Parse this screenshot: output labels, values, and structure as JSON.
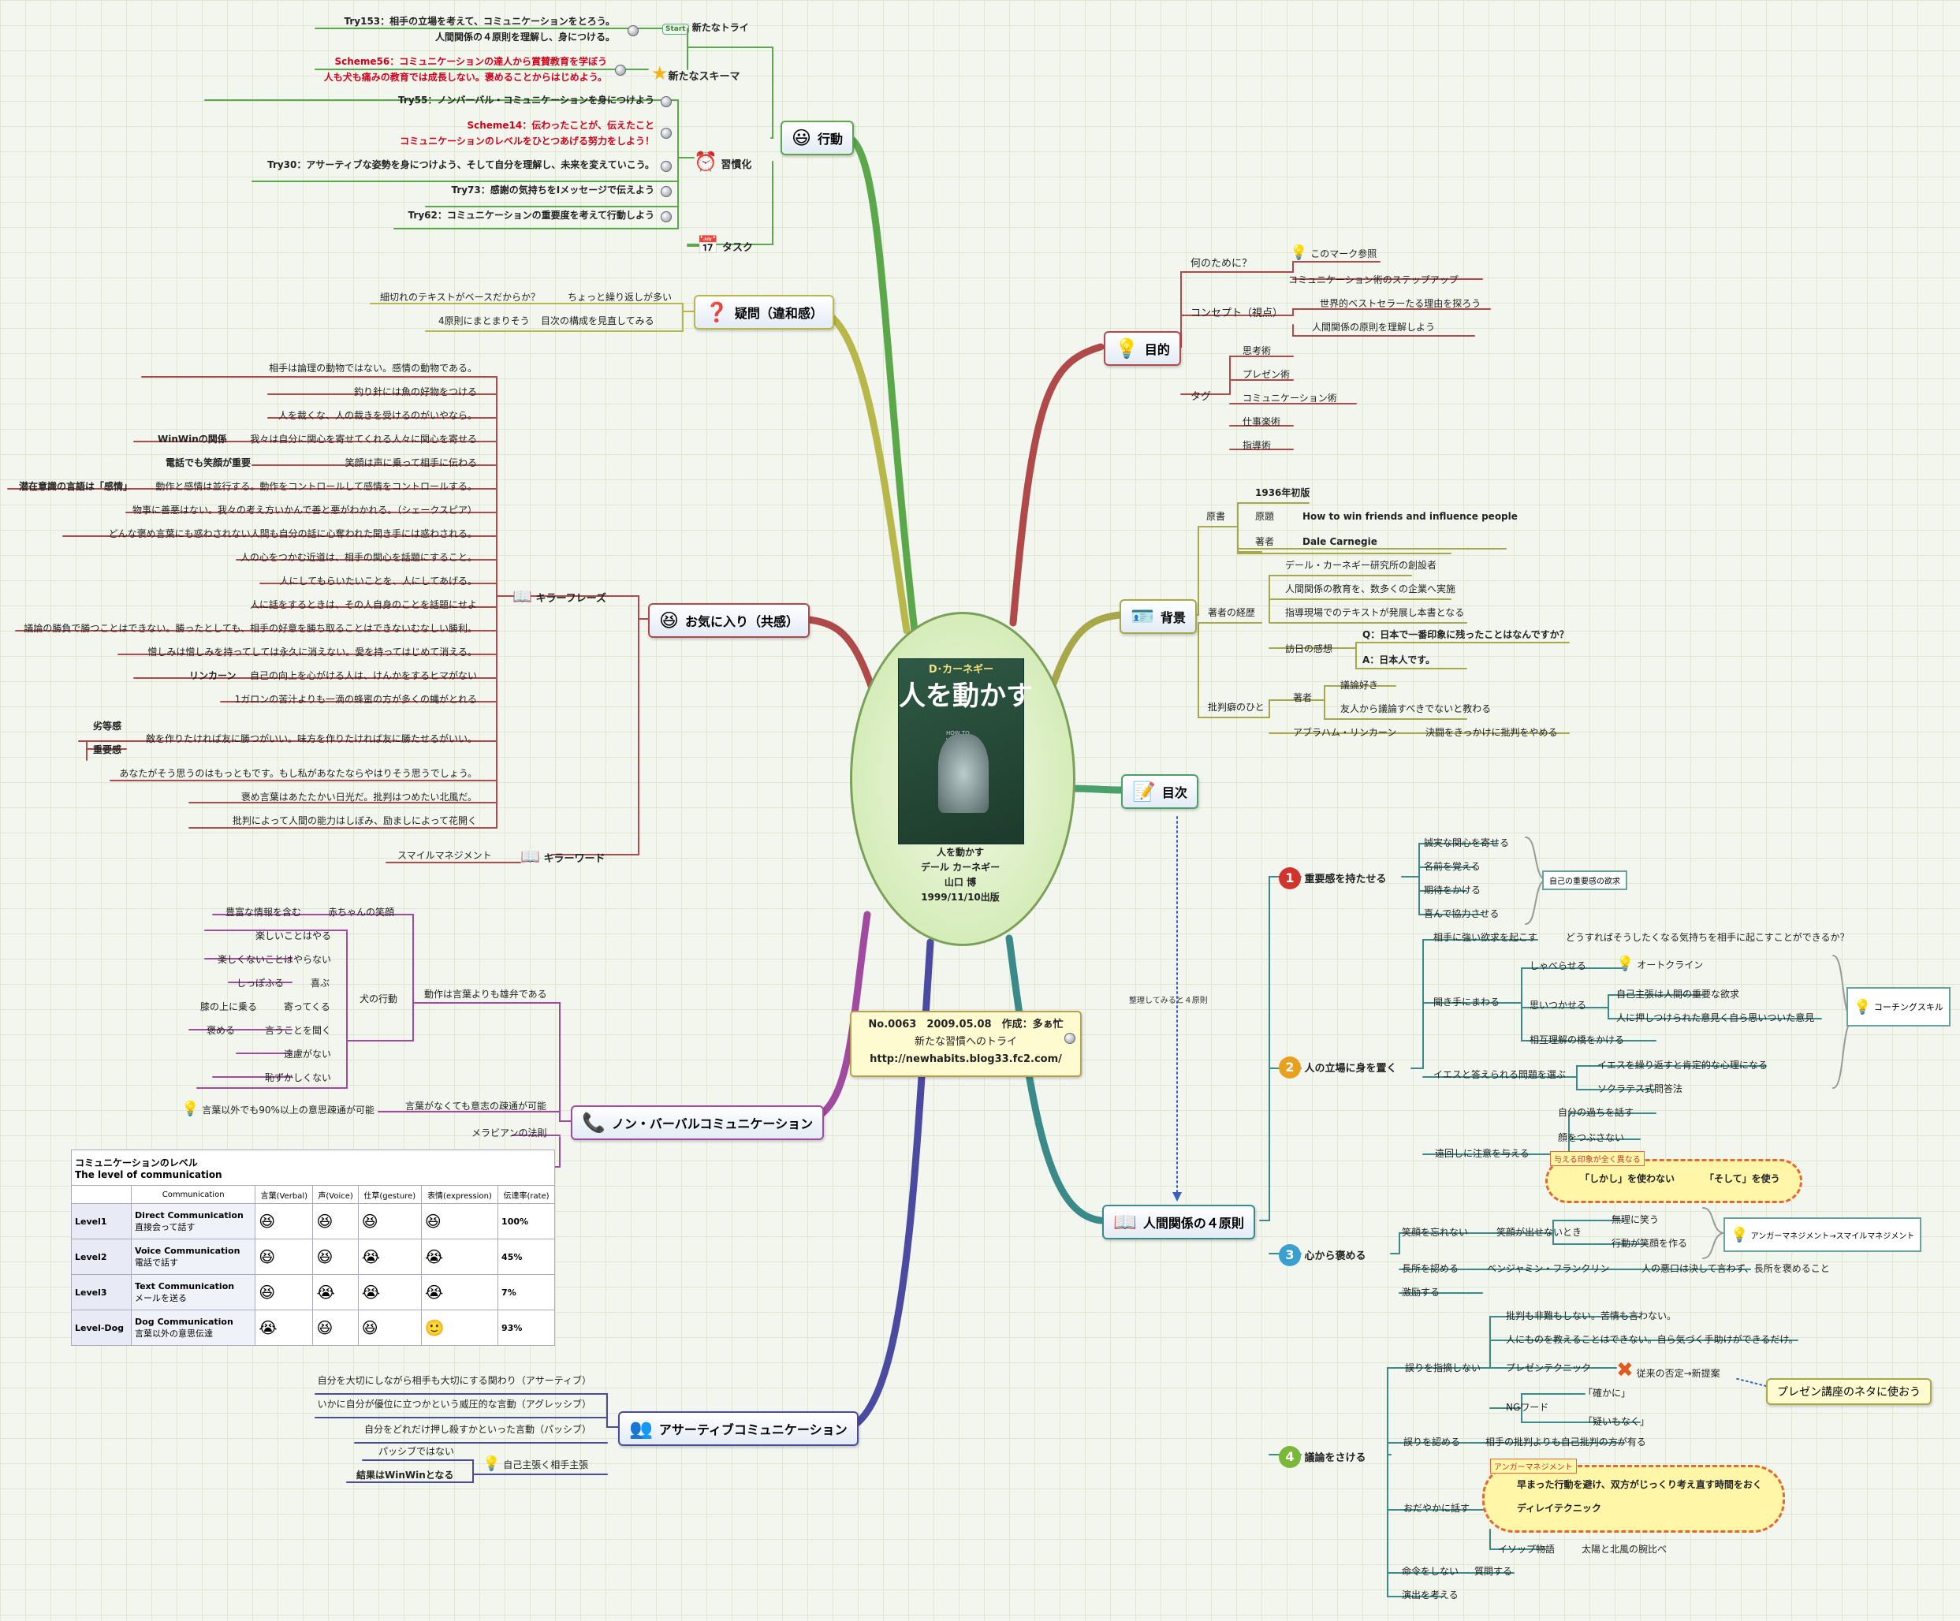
{
  "central": {
    "cover_author": "D･カーネギー",
    "cover_title": "人を動かす",
    "cover_en": "HOW TO WIN FRIENDS AND INFLUENCE PEOPLE",
    "lines": [
      "人を動かす",
      "デール カーネギー",
      "山口 博",
      "1999/11/10出版"
    ]
  },
  "note": {
    "line1": "No.0063　2009.05.08　作成：多ぁ忙",
    "line2": "新たな習慣へのトライ",
    "line3": "http://newhabits.blog33.fc2.com/"
  },
  "topics": {
    "action": {
      "label": "行動",
      "icon": "smiley-icon",
      "new_try": "新たなトライ",
      "new_try_icon": "start-icon",
      "new_schema": "新たなスキーマ",
      "new_schema_icon": "star-icon",
      "habit": "習慣化",
      "habit_icon": "clock-icon",
      "task": "タスク",
      "task_icon": "calendar-icon",
      "try153": [
        "Try153：相手の立場を考えて、コミュニケーションをとろう。",
        "人間関係の４原則を理解し、身につける。"
      ],
      "scheme56": [
        "Scheme56：コミュニケーションの達人から賞賛教育を学ぼう",
        "人も犬も痛みの教育では成長しない。褒めることからはじめよう。"
      ],
      "try55": "Try55：ノンバーバル・コミュニケーションを身につけよう",
      "scheme14": [
        "Scheme14：伝わったことが、伝えたこと",
        "コミュニケーションのレベルをひとつあげる努力をしよう！"
      ],
      "try30": "Try30：アサーティブな姿勢を身につけよう、そして自分を理解し、未来を変えていこう。",
      "try73": "Try73：感謝の気持ちをIメッセージで伝えよう",
      "try62": "Try62：コミュニケーションの重要度を考えて行動しよう"
    },
    "question": {
      "label": "疑問（違和感）",
      "icon": "question-icon",
      "q1": "細切れのテキストがベースだからか？",
      "q1b": "ちょっと繰り返しが多い",
      "q2": "4原則にまとまりそう",
      "q2b": "目次の構成を見直してみる"
    },
    "favorite": {
      "label": "お気に入り（共感）",
      "icon": "laugh-icon",
      "phrases_label": "キラーフレーズ",
      "words_label": "キラーワード",
      "word1": "スマイルマネジメント",
      "phrases": [
        "相手は論理の動物ではない。感情の動物である。",
        "釣り針には魚の好物をつける",
        "人を裁くな、人の裁きを受けるのがいやなら。",
        "我々は自分に関心を寄せてくれる人々に関心を寄せる",
        "笑顔は声に乗って相手に伝わる",
        "動作と感情は並行する。動作をコントロールして感情をコントロールする。",
        "物事に善悪はない。我々の考え方いかんで善と悪がわかれる。（シェークスピア）",
        "どんな褒め言葉にも惑わされない人間も自分の話に心奪われた聞き手には惑わされる。",
        "人の心をつかむ近道は、相手の関心を話題にすること。",
        "人にしてもらいたいことを、人にしてあげる。",
        "人に話をするときは、その人自身のことを話題にせよ",
        "議論の勝負で勝つことはできない。勝ったとしても、相手の好意を勝ち取ることはできないむなしい勝利。",
        "憎しみは憎しみを持ってしては永久に消えない。愛を持ってはじめて消える。",
        "自己の向上を心がける人は、けんかをするヒマがない",
        "1ガロンの苦汁よりも一滴の蜂蜜の方が多くの蝿がとれる",
        "敵を作りたければ友に勝つがいい。味方を作りたければ友に勝たせるがいい。",
        "あなたがそう思うのはもっともです。もし私があなたならやはりそう思うでしょう。",
        "褒め言葉はあたたかい日光だ。批判はつめたい北風だ。",
        "批判によって人間の能力はしぼみ、励ましによって花開く"
      ],
      "side": {
        "winwin": "WinWinの関係",
        "phone": "電話でも笑顔が重要",
        "latent": "潜在意識の言語は「感情」",
        "lincoln": "リンカーン",
        "inferior": "劣等感",
        "important": "重要感"
      }
    },
    "nonverbal": {
      "label": "ノン・バーバルコミュニケーション",
      "icon": "phone-icon",
      "action": "動作は言葉よりも雄弁である",
      "dog": "犬の行動",
      "rich": "豊富な情報を含む",
      "baby": "赤ちゃんの笑顔",
      "dogs": [
        "楽しいことはやる",
        "楽しくないことはやらない",
        "しっぽふる",
        "喜ぶ",
        "膝の上に乗る",
        "寄ってくる",
        "褒める",
        "言うことを聞く",
        "遠慮がない",
        "恥ずかしくない"
      ],
      "no_words": "言葉がなくても意志の疎通が可能",
      "ninety": "言葉以外でも90%以上の意思疎通が可能",
      "mehrabian": "メラビアンの法則"
    },
    "assertive": {
      "label": "アサーティブコミュニケーション",
      "icon": "people-icon",
      "items": [
        "自分を大切にしながら相手も大切にする関わり（アサーティブ）",
        "いかに自分が優位に立つかという威圧的な言動（アグレッシブ）",
        "自分をどれだけ押し殺すかといった言動（パッシブ）"
      ],
      "self": "自己主張く相手主張",
      "notpassive": "パッシブではない",
      "winwin": "結果はWinWinとなる"
    },
    "purpose": {
      "label": "目的",
      "icon": "bulb-icon",
      "why": "何のために？",
      "mark": "このマーク参照",
      "stepup": "コミュニケーション術のステップアップ",
      "concept": "コンセプト（視点）",
      "bestseller": "世界的ベストセラーたる理由を探ろう",
      "principle": "人間関係の原則を理解しよう",
      "tag": "タグ",
      "tags": [
        "思考術",
        "プレゼン術",
        "コミュニケーション術",
        "仕事楽術",
        "指導術"
      ]
    },
    "background": {
      "label": "背景",
      "icon": "card-icon",
      "original": "原書",
      "year": "1936年初版",
      "title_k": "原題",
      "title": "How to win friends and influence people",
      "author_k": "著者",
      "author": "Dale Carnegie",
      "career": "著者の経歴",
      "careers": [
        "デール・カーネギー研究所の創設者",
        "人間関係の教育を、数多くの企業へ実施",
        "指導現場でのテキストが発展し本書となる"
      ],
      "visit": "訪日の感想",
      "q": "Q：日本で一番印象に残ったことはなんですか？",
      "a": "A：日本人です。",
      "critic": "批判癖のひと",
      "critic_author": "著者",
      "discuss": "議論好き",
      "friend": "友人から議論すべきでないと教わる",
      "abraham": "アブラハム・リンカーン",
      "duel": "決闘をきっかけに批判をやめる"
    },
    "toc": {
      "label": "目次",
      "icon": "memo-icon",
      "dotted": "整理してみると４原則"
    },
    "four": {
      "label": "人間関係の４原則",
      "icon": "book-icon",
      "p1": {
        "n": "1",
        "label": "重要感を持たせる",
        "items": [
          "誠実な関心を寄せる",
          "名前を覚える",
          "期待をかける",
          "喜んで協力させる"
        ],
        "box": "自己の重要感の欲求"
      },
      "p2": {
        "n": "2",
        "label": "人の立場に身を置く",
        "desire": "相手に強い欲求を起こす",
        "desire2": "どうすればそうしたくなる気持ちを相手に起こすことができるか？",
        "listen": "聞き手にまわる",
        "talk": "しゃべらせる",
        "autocrine": "オートクライン",
        "think": "思いつかせる",
        "self": "自己主張は人間の重要な欲求",
        "own": "人に押しつけられた意見く自ら思いついた意見",
        "mutual": "相互理解の橋をかける",
        "yes": "イエスと答えられる問題を選ぶ",
        "yes2": "イエスを繰り返すと肯定的な心理になる",
        "socrates": "ソクラテス式問答法",
        "indirect": "遠回しに注意を与える",
        "own_error": "自分の過ちを話す",
        "face": "顔をつぶさない",
        "impression": "与える印象が全く異なる",
        "shikashi": "「しかし」を使わない",
        "soshite": "「そして」を使う",
        "coaching": "コーチングスキル"
      },
      "p3": {
        "n": "3",
        "label": "心から褒める",
        "smile": "笑顔を忘れない",
        "cant": "笑顔が出せないとき",
        "fake": "無理に笑う",
        "act": "行動が笑顔を作る",
        "anger": "アンガーマネジメント→スマイルマネジメント",
        "merit": "長所を認める",
        "franklin": "ベンジャミン・フランクリン",
        "franklin2": "人の悪口は決して言わず、長所を褒めること",
        "encourage": "激励する"
      },
      "p4": {
        "n": "4",
        "label": "議論をさける",
        "point": "誤りを指摘しない",
        "crit": "批判も非難もしない。苦情も言わない。",
        "teach": "人にものを教えることはできない。自ら気づく手助けができるだけ。",
        "presen": "プレゼンテクニック",
        "denial": "従来の否定→新提案",
        "ng": "NGワード",
        "ng1": "「確かに」",
        "ng2": "「疑いもなく」",
        "admit": "誤りを認める",
        "admit2": "相手の批判よりも自己批判の方が有る",
        "calm": "おだやかに話す",
        "angertag": "アンガーマネジメント",
        "early": "早まった行動を避け、双方がじっくり考え直す時間をおく",
        "delay": "ディレイテクニック",
        "aesop": "イソップ物語",
        "sun": "太陽と北風の腕比べ",
        "order": "命令をしない",
        "question": "質問する",
        "direct": "演出を考える",
        "presenta": "プレゼン講座のネタに使おう"
      }
    }
  },
  "level_table": {
    "title": "コミュニケーションのレベル",
    "title_en": "The level of communication",
    "headers": [
      "",
      "Communication",
      "言葉(Verbal)",
      "声(Voice)",
      "仕草(gesture)",
      "表情(expression)",
      "伝達率(rate)"
    ],
    "rows": [
      {
        "level": "Level1",
        "name": "Direct Communication",
        "sub": "直接会って話す",
        "icon": "people-icon",
        "marks": [
          "😆",
          "😆",
          "😆",
          "😆"
        ],
        "rate": "100%"
      },
      {
        "level": "Level2",
        "name": "Voice Communication",
        "sub": "電話で話す",
        "icon": "phone-icon",
        "marks": [
          "😆",
          "😆",
          "😭",
          "😭"
        ],
        "rate": "45%"
      },
      {
        "level": "Level3",
        "name": "Text Communication",
        "sub": "メールを送る",
        "icon": "mail-icon",
        "marks": [
          "😆",
          "😭",
          "😭",
          "😭"
        ],
        "rate": "7%"
      },
      {
        "level": "Level-Dog",
        "name": "Dog Communication",
        "sub": "言葉以外の意思伝達",
        "icon": "hand-icon",
        "marks": [
          "😭",
          "😆",
          "😆",
          "🙂"
        ],
        "rate": "93%"
      }
    ]
  },
  "colors": {
    "action": "#5aa84a",
    "question": "#b8b84a",
    "favorite": "#b04a4a",
    "nonverbal": "#a04aa0",
    "assertive": "#4a4aa0",
    "purpose": "#b04a4a",
    "background": "#a8a84a",
    "toc": "#4aa06a",
    "four": "#3a8a8a"
  }
}
